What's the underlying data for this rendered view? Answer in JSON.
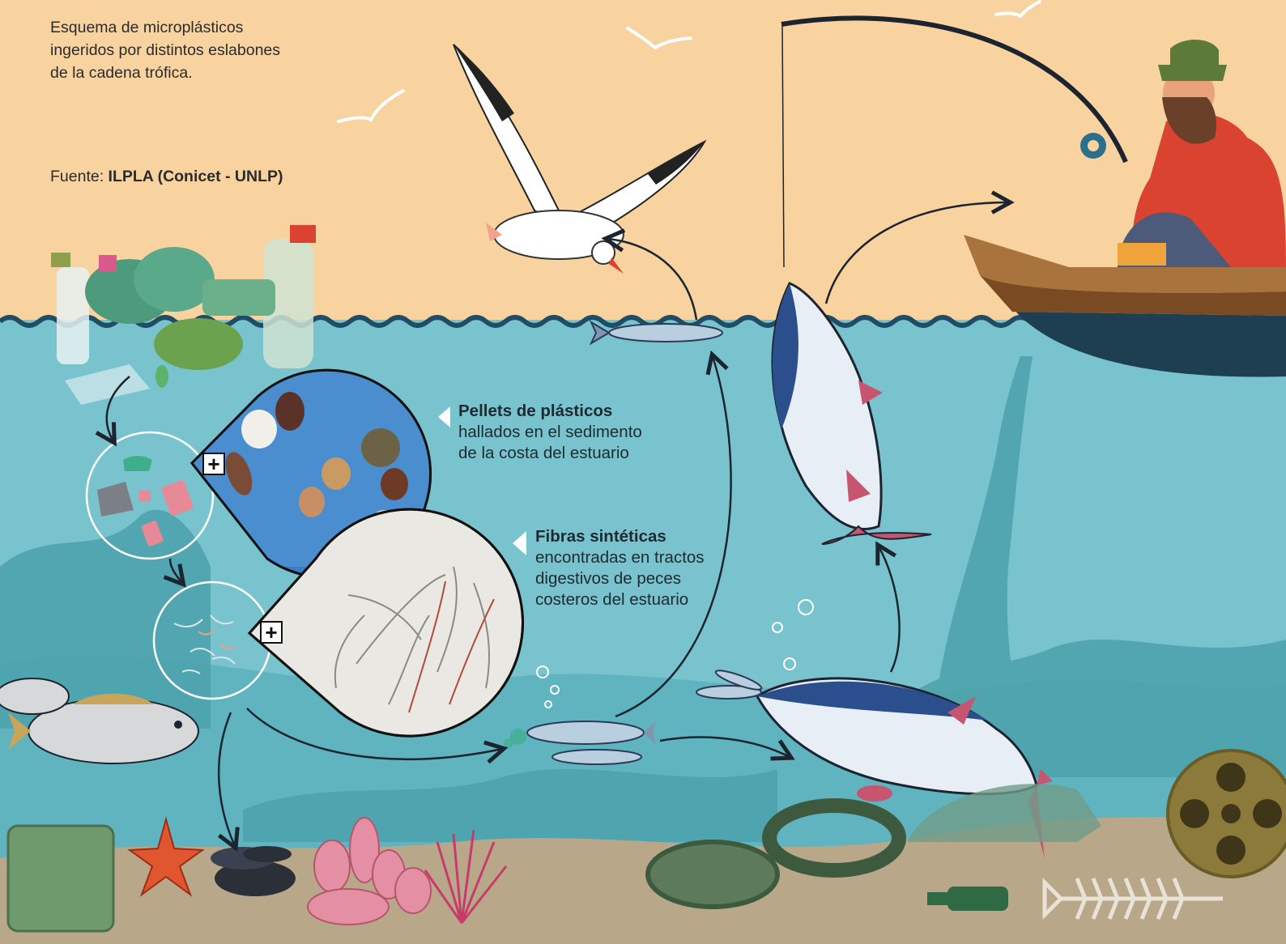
{
  "intro": {
    "line1": "Esquema de microplásticos",
    "line2": "ingeridos por distintos eslabones",
    "line3": "de la cadena trófica."
  },
  "source": {
    "label": "Fuente: ",
    "value": "ILPLA (Conicet - UNLP)"
  },
  "callouts": [
    {
      "title": "Pellets de plásticos",
      "lines": [
        "hallados en el sedimento",
        "de la costa del estuario"
      ]
    },
    {
      "title": "Fibras sintéticas",
      "lines": [
        "encontradas en tractos",
        "digestivos de peces",
        "costeros del estuario"
      ]
    }
  ],
  "zoom_markers": [
    "+",
    "+"
  ],
  "colors": {
    "sky": "#f8d3a0",
    "water": "#79c3cf",
    "water_deep": "#52aab6",
    "seabed": "#b9a78a",
    "wave": "#1f4d66",
    "arrow": "#1c2430",
    "accent_red": "#d9432f"
  }
}
